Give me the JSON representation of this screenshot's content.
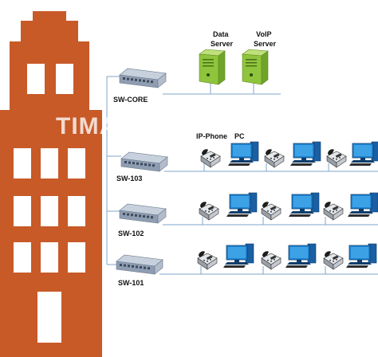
{
  "watermark": "TIMANET",
  "servers": {
    "data_server": "Data\nServer",
    "voip_server": "VoIP\nServer"
  },
  "switches": [
    "SW-CORE",
    "SW-103",
    "SW-102",
    "SW-101"
  ],
  "device_labels": {
    "ip_phone": "IP-Phone",
    "pc": "PC"
  },
  "colors": {
    "building": "#c85a28",
    "window": "#ffffff",
    "server": "#8fc43d",
    "switch": "#9aa7ba",
    "pc_screen": "#1e86d4",
    "line": "#7fa6c9"
  }
}
